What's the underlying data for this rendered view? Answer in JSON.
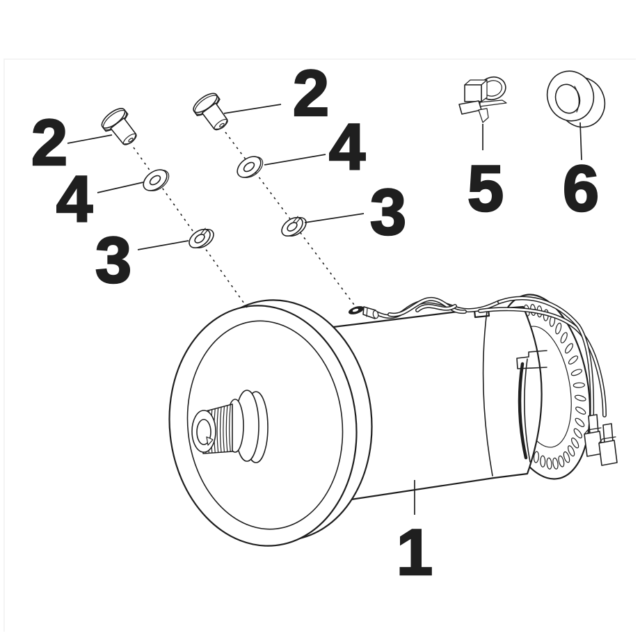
{
  "figure": {
    "kind": "exploded-parts-diagram",
    "subject": "electric motor assembly"
  },
  "colors": {
    "background": "#ffffff",
    "ink": "#1f1f1f",
    "tint": "#f0f0f0"
  },
  "callouts": [
    {
      "ref": "motor-assembly",
      "label": "1"
    },
    {
      "ref": "screw-left",
      "label": "2"
    },
    {
      "ref": "screw-top",
      "label": "2"
    },
    {
      "ref": "lock-washer-left",
      "label": "3"
    },
    {
      "ref": "lock-washer-right",
      "label": "3"
    },
    {
      "ref": "flat-washer-left",
      "label": "4"
    },
    {
      "ref": "flat-washer-right",
      "label": "4"
    },
    {
      "ref": "wire-clip",
      "label": "5"
    },
    {
      "ref": "grommet",
      "label": "6"
    }
  ]
}
